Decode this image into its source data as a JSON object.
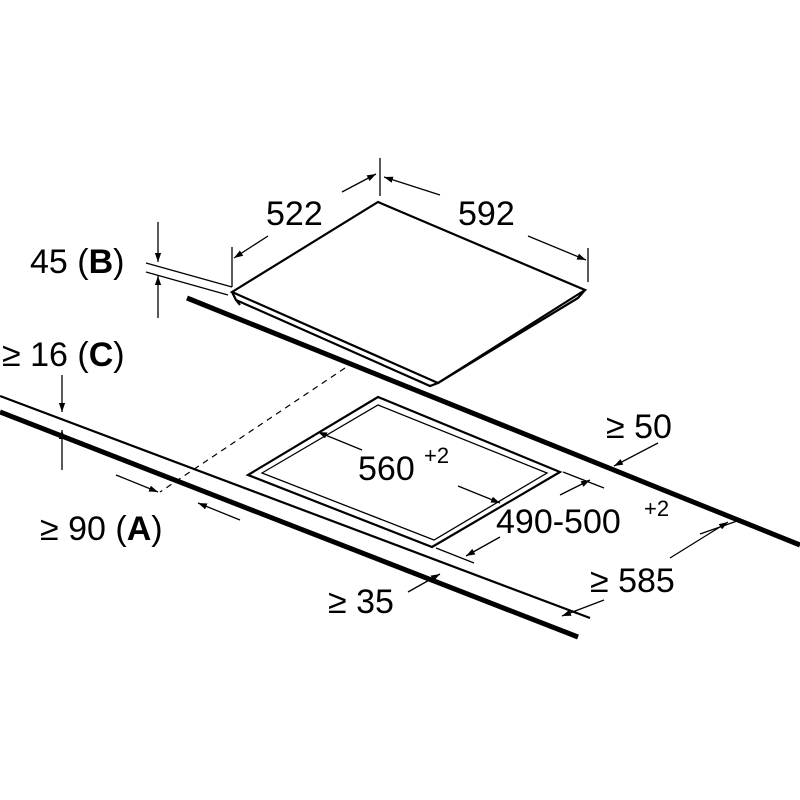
{
  "hob": {
    "width_label": "522",
    "depth_label": "592",
    "height_value": "45",
    "height_marker": "B"
  },
  "cutout": {
    "width_label": "560",
    "width_tolerance": "+2",
    "depth_label": "490-500",
    "depth_tolerance": "+2"
  },
  "clearances": {
    "worktop_thickness_value": "≥ 16",
    "worktop_thickness_marker": "C",
    "front_edge_value": "≥ 90",
    "front_edge_marker": "A",
    "rear_wall": "≥ 50",
    "front_min": "≥ 35",
    "worktop_depth": "≥ 585"
  }
}
